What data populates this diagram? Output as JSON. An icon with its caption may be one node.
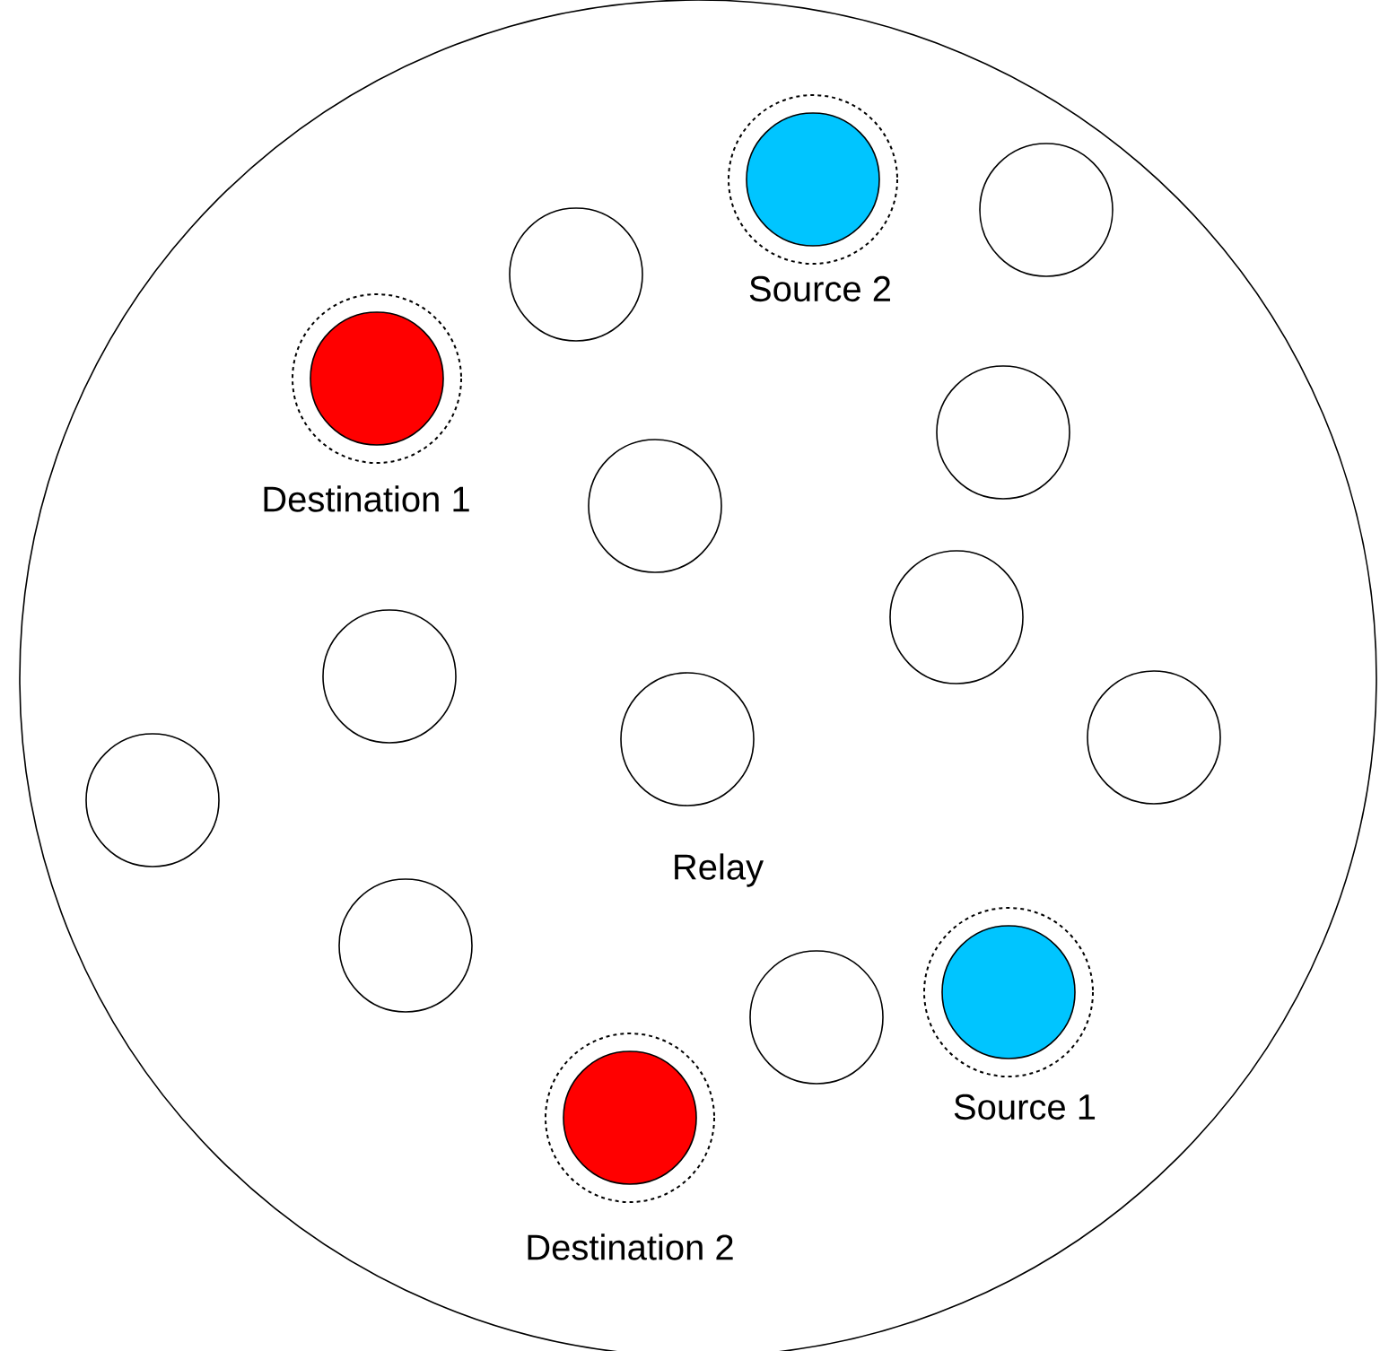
{
  "diagram": {
    "nodes": [
      {
        "text": [],
        "shape": "circle"
      },
      {
        "text": [
          "Source 2"
        ],
        "in": 0
      },
      {
        "text": [],
        "shape": "circle",
        "in": 0
      },
      {
        "text": [],
        "shape": "circle",
        "in": 0
      },
      {
        "text": [
          "Destination 1"
        ],
        "in": 0
      },
      {
        "text": [],
        "shape": "circle",
        "in": 0
      },
      {
        "text": [],
        "shape": "circle",
        "in": 0
      },
      {
        "text": [],
        "shape": "circle",
        "in": 0
      },
      {
        "text": [],
        "shape": "circle",
        "in": 0
      },
      {
        "text": [
          "Relay"
        ],
        "in": 0
      },
      {
        "text": [],
        "shape": "circle",
        "in": 0
      },
      {
        "text": [],
        "shape": "circle",
        "in": 0
      },
      {
        "text": [],
        "shape": "circle",
        "in": 0
      },
      {
        "text": [
          "Source 1"
        ],
        "in": 0
      },
      {
        "text": [],
        "shape": "circle",
        "in": 0
      },
      {
        "text": [
          "Destination 2"
        ],
        "in": 0
      }
    ]
  }
}
